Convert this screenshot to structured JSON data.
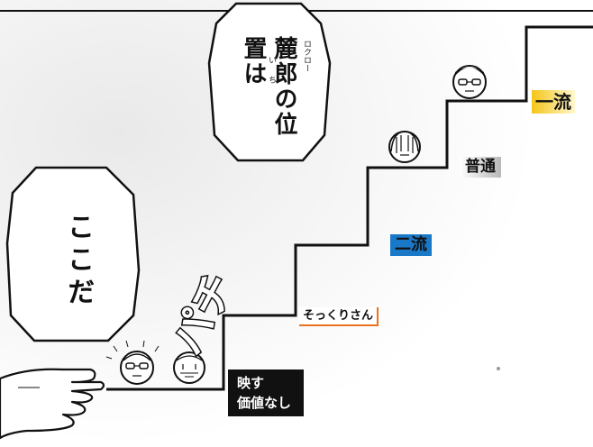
{
  "bubbles": {
    "top": {
      "text": "麓郎の位置は",
      "ruby_kanji": "ロクロー",
      "ruby_i": "い",
      "ruby_chi": "ち"
    },
    "left": {
      "text": "ここだ"
    }
  },
  "sfx": {
    "text": "パチ"
  },
  "labels": {
    "ichiryu": "一流",
    "futsu": "普通",
    "niryu": "二流",
    "sokkuri": "そっくりさん",
    "utsusu_line1": "映す",
    "utsusu_line2": "価値なし"
  },
  "colors": {
    "ichiryu_bg": "#f5c518",
    "futsu_bg": "#c8c8c8",
    "niryu_bg": "#1a78c8",
    "sokkuri_border": "#e8731c",
    "utsusu_bg": "#111111"
  }
}
